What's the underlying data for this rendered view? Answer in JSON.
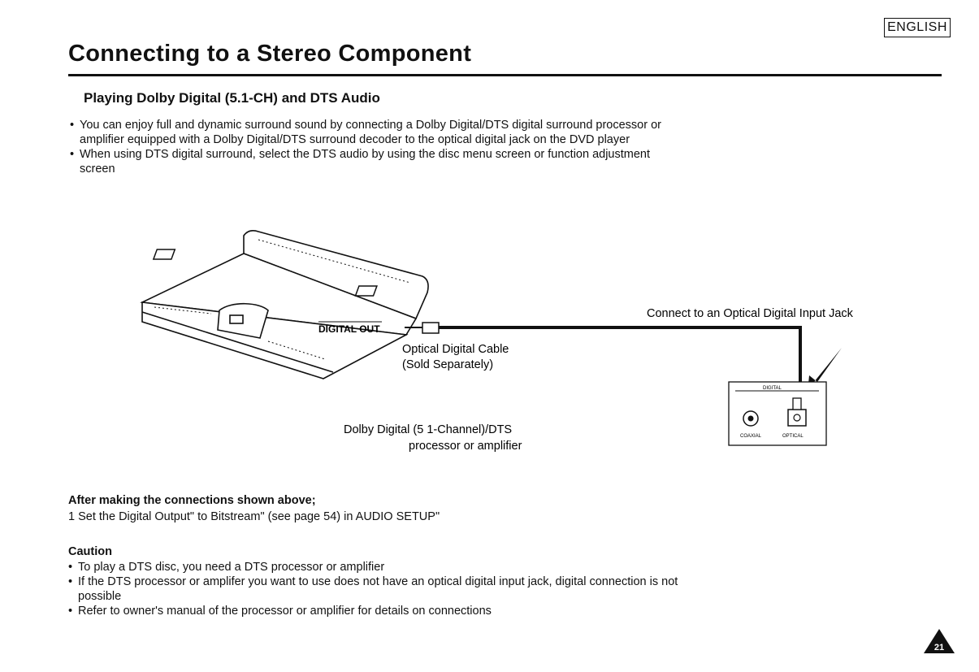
{
  "header": {
    "language": "ENGLISH",
    "title": "Connecting to a Stereo Component"
  },
  "section": {
    "heading": "Playing Dolby Digital (5.1-CH) and DTS Audio",
    "bullets": [
      "You can enjoy full and dynamic surround sound by connecting a Dolby Digital/DTS digital surround processor or amplifier equipped with a Dolby Digital/DTS surround decoder to the optical digital jack on the DVD player",
      "When using DTS digital surround, select the DTS audio by using the disc menu screen or function adjustment screen"
    ]
  },
  "diagram": {
    "player_port_label": "DIGITAL OUT",
    "cable_label_line1": "Optical Digital Cable",
    "cable_label_line2": "(Sold Separately)",
    "connect_label": "Connect to an Optical Digital Input Jack",
    "receiver_line1": "Dolby Digital (5 1-Channel)/DTS",
    "receiver_line2": "processor or amplifier",
    "panel_digital": "DIGITAL",
    "panel_coaxial": "COAXIAL",
    "panel_optical": "OPTICAL"
  },
  "steps": {
    "heading": "After making the connections shown above;",
    "items": [
      "1  Set the  Digital Output\" to  Bitstream\" (see page 54) in  AUDIO SETUP\""
    ]
  },
  "caution": {
    "heading": "Caution",
    "bullets": [
      "To play a DTS disc, you need a DTS processor or amplifier",
      "If the DTS processor or amplifer you want to use does not have an optical digital input jack, digital connection is not possible",
      "Refer to owner's manual of the processor or amplifier for details on  connections"
    ]
  },
  "footer": {
    "page_number": "21"
  }
}
